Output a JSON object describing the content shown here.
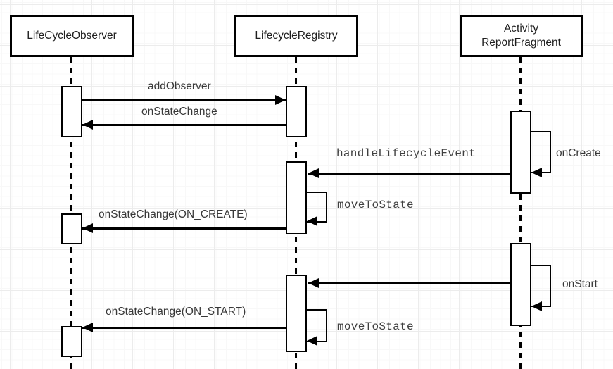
{
  "diagram": {
    "type": "uml-sequence-diagram",
    "actors": [
      {
        "label": "LifeCycleObserver"
      },
      {
        "label": "LifecycleRegistry"
      },
      {
        "label": "Activity\nReportFragment"
      }
    ],
    "messages": [
      {
        "label": "addObserver",
        "from": "LifeCycleObserver",
        "to": "LifecycleRegistry",
        "kind": "call"
      },
      {
        "label": "onStateChange",
        "from": "LifecycleRegistry",
        "to": "LifeCycleObserver",
        "kind": "call"
      },
      {
        "label": "handleLifecycleEvent",
        "from": "Activity ReportFragment",
        "to": "LifecycleRegistry",
        "kind": "call"
      },
      {
        "label": "onCreate",
        "from": "Activity ReportFragment",
        "to": "Activity ReportFragment",
        "kind": "self"
      },
      {
        "label": "moveToState",
        "from": "LifecycleRegistry",
        "to": "LifecycleRegistry",
        "kind": "self"
      },
      {
        "label": "onStateChange(ON_CREATE)",
        "from": "LifecycleRegistry",
        "to": "LifeCycleObserver",
        "kind": "call"
      },
      {
        "label": "onStart",
        "from": "Activity ReportFragment",
        "to": "Activity ReportFragment",
        "kind": "self"
      },
      {
        "label": "moveToState",
        "from": "LifecycleRegistry",
        "to": "LifecycleRegistry",
        "kind": "self"
      },
      {
        "label": "onStateChange(ON_START)",
        "from": "LifecycleRegistry",
        "to": "LifeCycleObserver",
        "kind": "call"
      }
    ]
  },
  "colors": {
    "stroke": "#000000",
    "actor_text": "#1f1f1f",
    "message_text": "#3f3f3f",
    "background": "#ffffff",
    "grid_line": "#ececec"
  }
}
